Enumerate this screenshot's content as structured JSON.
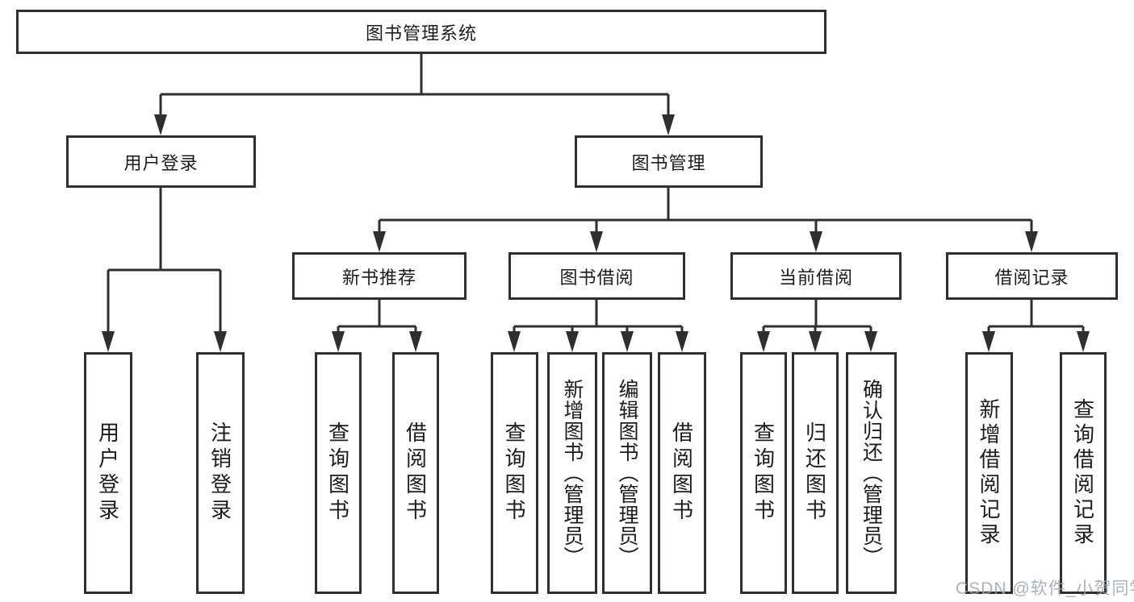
{
  "diagram": {
    "root": {
      "label": "图书管理系统"
    },
    "branches": [
      {
        "label": "用户登录",
        "children": [
          {
            "label": "用户登录"
          },
          {
            "label": "注销登录"
          }
        ]
      },
      {
        "label": "图书管理",
        "children": [
          {
            "label": "新书推荐",
            "children": [
              {
                "label": "查询图书"
              },
              {
                "label": "借阅图书"
              }
            ]
          },
          {
            "label": "图书借阅",
            "children": [
              {
                "label": "查询图书"
              },
              {
                "label": "新增图书（管理员）"
              },
              {
                "label": "编辑图书（管理员）"
              },
              {
                "label": "借阅图书"
              }
            ]
          },
          {
            "label": "当前借阅",
            "children": [
              {
                "label": "查询图书"
              },
              {
                "label": "归还图书"
              },
              {
                "label": "确认归还（管理员）"
              }
            ]
          },
          {
            "label": "借阅记录",
            "children": [
              {
                "label": "新增借阅记录"
              },
              {
                "label": "查询借阅记录"
              }
            ]
          }
        ]
      }
    ]
  },
  "watermark": {
    "text": "CSDN @软件_小贺同学"
  },
  "colors": {
    "line": "#2f2f2f",
    "box_border": "#2f2f2f",
    "box_background": "#ffffff",
    "text": "#1c1c1c",
    "watermark": "#9ea4aa",
    "page_background": "#ffffff"
  }
}
